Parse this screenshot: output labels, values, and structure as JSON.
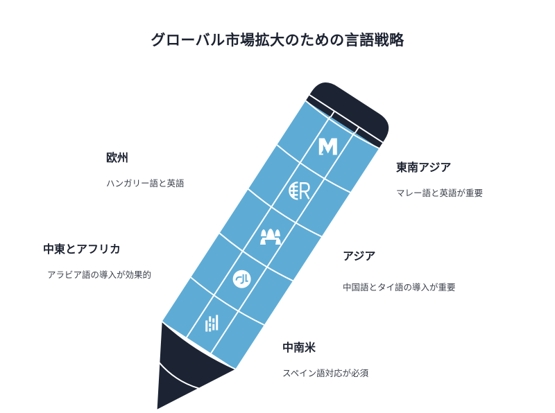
{
  "title": "グローバル市場拡大のための言語戦略",
  "colors": {
    "body_blue": "#5eacd6",
    "dark": "#1c2434",
    "grid_line": "#ffffff",
    "text_heading": "#1c2230",
    "text_body": "#3a3f4a"
  },
  "regions": [
    {
      "id": "europe",
      "heading": "欧州",
      "description": "ハンガリー語と英語",
      "icon": "hungarian-forint-icon"
    },
    {
      "id": "southeast-asia",
      "heading": "東南アジア",
      "description": "マレー語と英語が重要",
      "icon": "malaysia-m-logo-icon"
    },
    {
      "id": "middle-east-africa",
      "heading": "中東とアフリカ",
      "description": "アラビア語の導入が効果的",
      "icon": "halal-icon"
    },
    {
      "id": "asia",
      "heading": "アジア",
      "description": "中国語とタイ語の導入が重要",
      "icon": "thai-temple-icon"
    },
    {
      "id": "latin-america",
      "heading": "中南米",
      "description": "スペイン語対応が必須",
      "icon": "latam-bars-icon"
    }
  ]
}
